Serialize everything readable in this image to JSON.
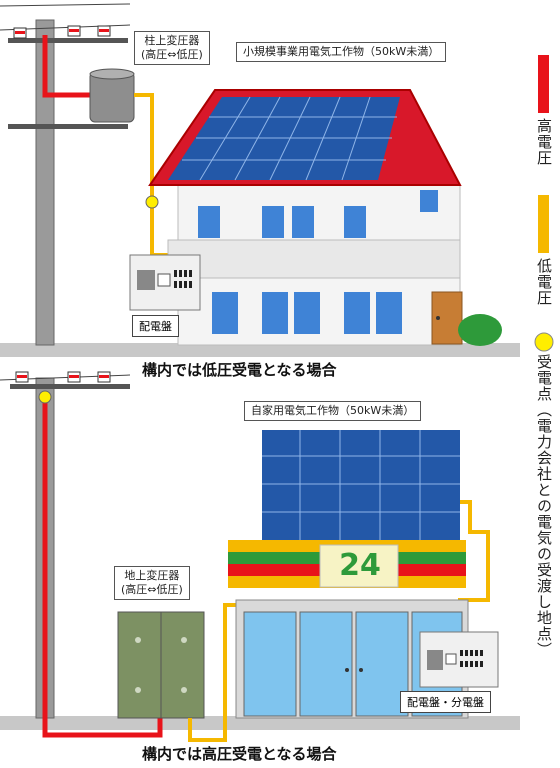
{
  "colors": {
    "high_voltage": "#e8131a",
    "low_voltage": "#f5b800",
    "receiving_point": "#ffee00",
    "ground": "#c8c8c8"
  },
  "top": {
    "pole_transformer_label_line1": "柱上変圧器",
    "pole_transformer_label_line2": "(高圧⇔低圧)",
    "facility_label": "小規模事業用電気工作物（50kW未満）",
    "panel_label": "配電盤",
    "caption": "構内では低圧受電となる場合"
  },
  "bottom": {
    "facility_label": "自家用電気工作物（50kW未満）",
    "ground_transformer_label_line1": "地上変圧器",
    "ground_transformer_label_line2": "(高圧⇔低圧)",
    "store_sign": "24",
    "panel_label": "配電盤・分電盤",
    "caption": "構内では高圧受電となる場合"
  },
  "legend": {
    "high_voltage": "高電圧",
    "low_voltage": "低電圧",
    "receiving_point": "受電点（電力会社との電気の受渡し地点）"
  }
}
